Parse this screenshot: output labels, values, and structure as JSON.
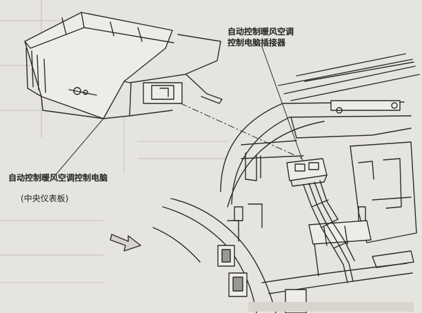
{
  "labels": {
    "ecu_line1": "自动控制暖风空调控制电脑",
    "ecu_line2": "(中央仪表板)",
    "connector_line1": "自动控制暖风空调",
    "connector_line2": "控制电脑插接器"
  },
  "colors": {
    "paper": "#e6e4df",
    "ink": "#2a2a2a",
    "faint_print": "#b9b6b0"
  }
}
